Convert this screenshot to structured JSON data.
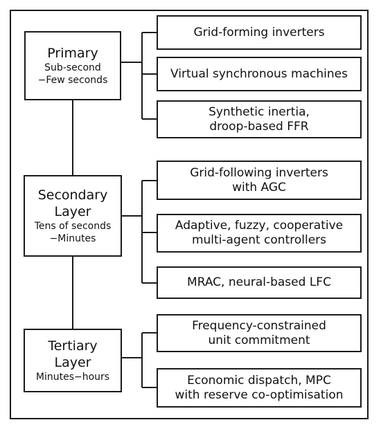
{
  "layers": [
    {
      "name_lines": [
        "Primary"
      ],
      "time_lines": [
        "Sub-second",
        "−Few seconds"
      ],
      "methods": [
        [
          "Grid-forming inverters"
        ],
        [
          "Virtual synchronous machines"
        ],
        [
          "Synthetic inertia,",
          "droop-based FFR"
        ]
      ]
    },
    {
      "name_lines": [
        "Secondary",
        "Layer"
      ],
      "time_lines": [
        "Tens of seconds",
        "−Minutes"
      ],
      "methods": [
        [
          "Grid-following inverters",
          "with AGC"
        ],
        [
          "Adaptive, fuzzy, cooperative",
          "multi-agent controllers"
        ],
        [
          "MRAC, neural-based LFC"
        ]
      ]
    },
    {
      "name_lines": [
        "Tertiary",
        "Layer"
      ],
      "time_lines": [
        "Minutes−hours"
      ],
      "methods": [
        [
          "Frequency-constrained",
          "unit commitment"
        ],
        [
          "Economic dispatch, MPC",
          "with reserve co-optimisation"
        ]
      ]
    }
  ]
}
